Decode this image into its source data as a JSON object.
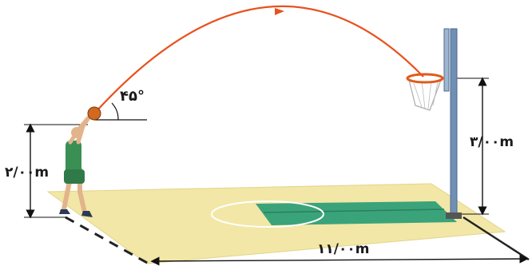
{
  "labels": {
    "launch_angle": "۴۵°",
    "release_height": "۲/۰۰m",
    "hoop_height": "۳/۰۰m",
    "horizontal_distance": "۱۱/۰۰m"
  },
  "colors": {
    "trajectory": "#e8521e",
    "court": "#f2e7a6",
    "paint": "#3aa37a",
    "pole": "#6f8fb4",
    "rim": "#e05a1a",
    "ball": "#d2691e",
    "jersey": "#3a8f55"
  }
}
